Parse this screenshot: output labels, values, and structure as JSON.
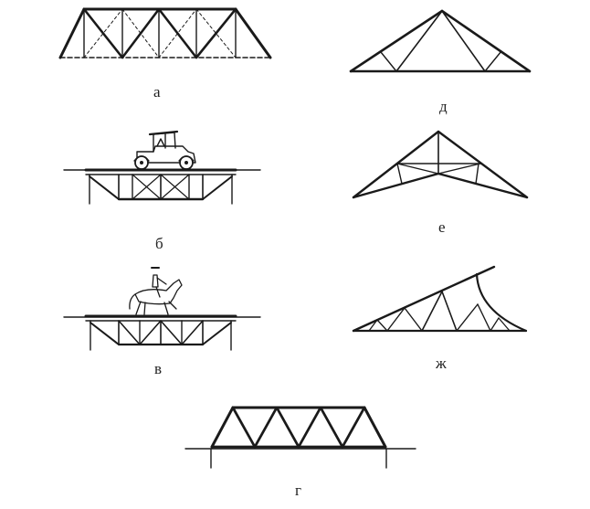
{
  "figure": {
    "panels": [
      {
        "id": "a",
        "label": "а"
      },
      {
        "id": "b",
        "label": "б"
      },
      {
        "id": "v",
        "label": "в"
      },
      {
        "id": "g",
        "label": "г"
      },
      {
        "id": "d",
        "label": "д"
      },
      {
        "id": "e",
        "label": "е"
      },
      {
        "id": "zh",
        "label": "ж"
      }
    ]
  },
  "colors": {
    "ink": "#1a1a1a",
    "background": "#ffffff"
  },
  "icons": {
    "vehicle": "car-icon",
    "rider": "horse-rider-icon"
  }
}
